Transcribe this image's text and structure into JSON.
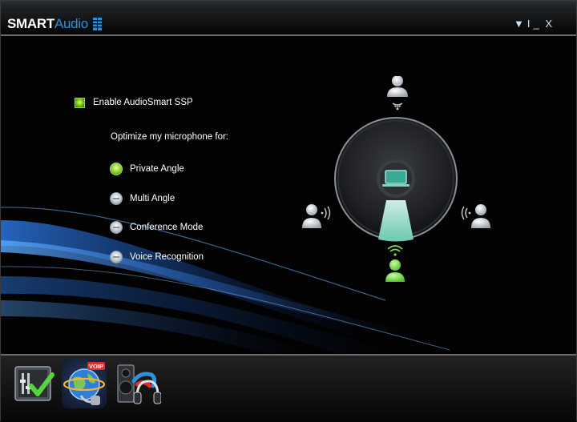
{
  "window": {
    "brand": "SMART",
    "brand_accent": "Audio",
    "controls": {
      "menu": "▼",
      "separator": "I",
      "minimize": "_",
      "close": "X"
    }
  },
  "settings": {
    "enable_label": "Enable AudioSmart SSP",
    "enable_checked": true,
    "optimize_label": "Optimize my microphone for:",
    "options": [
      {
        "label": "Private Angle",
        "selected": true
      },
      {
        "label": "Multi Angle",
        "selected": false
      },
      {
        "label": "Conference Mode",
        "selected": false
      },
      {
        "label": "Voice Recognition",
        "selected": false
      }
    ]
  },
  "diagram": {
    "active_user": "bottom",
    "users": [
      "top",
      "left",
      "right",
      "bottom"
    ]
  },
  "taskbar": {
    "icons": [
      {
        "name": "mixer-check-icon"
      },
      {
        "name": "voip-globe-icon"
      },
      {
        "name": "speaker-headphones-icon"
      }
    ],
    "voip_badge": "VOIP"
  },
  "colors": {
    "accent_blue": "#2f8fd8",
    "active_green": "#7cd000",
    "user_gray": "#c8ccd2",
    "active_user_green": "#7ed957"
  }
}
